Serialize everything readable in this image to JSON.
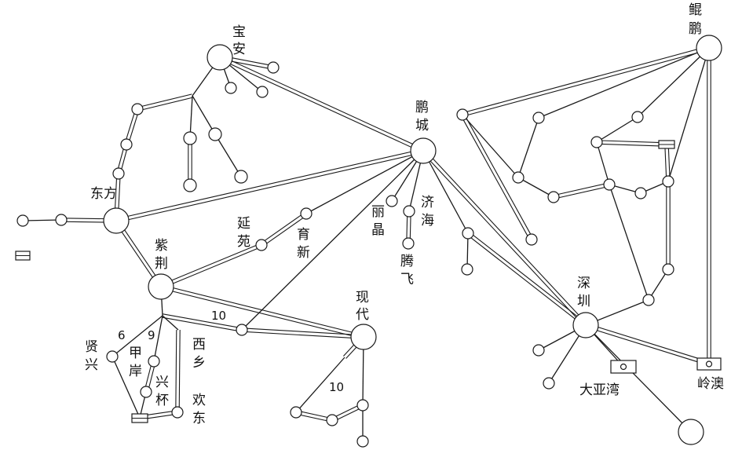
{
  "labels": {
    "baoan": [
      "宝",
      "安"
    ],
    "kunpeng": [
      "鲲",
      "鹏"
    ],
    "pengcheng": [
      "鹏",
      "城"
    ],
    "dongfang": "东方",
    "ziying": [
      "紫",
      "荆"
    ],
    "yanyuan": [
      "延",
      "苑"
    ],
    "yuxin": [
      "育",
      "新"
    ],
    "lijing": [
      "丽",
      "晶"
    ],
    "jihai": [
      "济",
      "海"
    ],
    "tengfei": [
      "腾",
      "飞"
    ],
    "xiandai": "现代",
    "shenzhen": [
      "深",
      "圳"
    ],
    "xianxing": [
      "贤",
      "兴"
    ],
    "jiaan": [
      "甲",
      "岸"
    ],
    "xingbei": [
      "兴",
      "杯"
    ],
    "xixiang": [
      "西",
      "乡"
    ],
    "huandong": [
      "欢",
      "东"
    ],
    "dayawan": "大亚湾",
    "lingao": "岭澳"
  },
  "numbers": {
    "n6": "6",
    "n9": "9",
    "n10a": "10",
    "n10b": "10"
  }
}
